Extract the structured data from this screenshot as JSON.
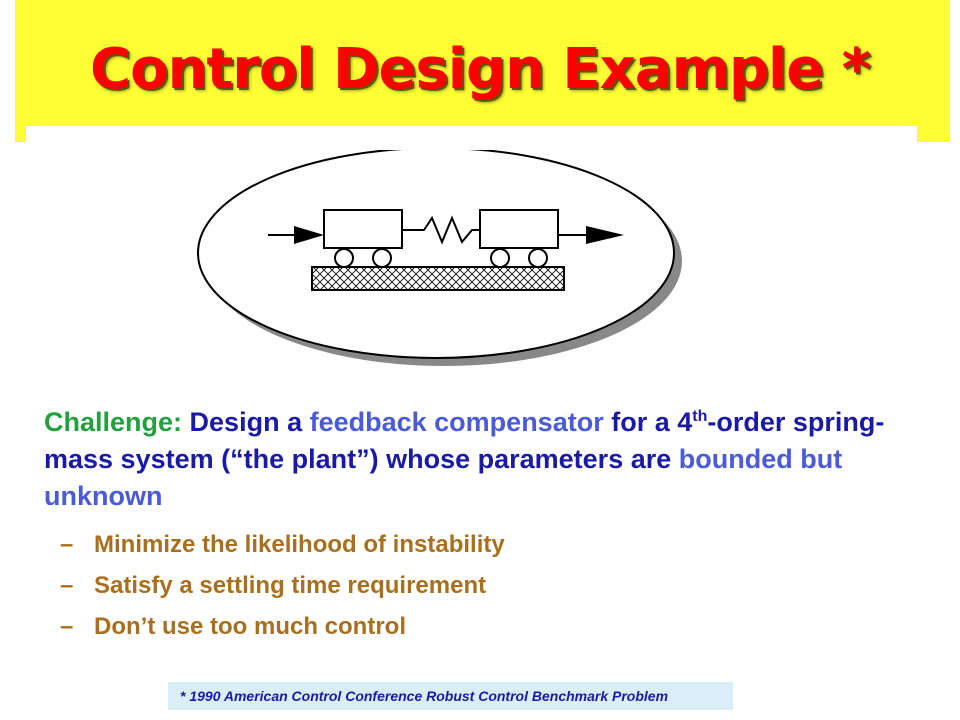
{
  "slide": {
    "title": "Control Design Example *"
  },
  "challenge": {
    "label": "Challenge:",
    "text_1": "Design a",
    "highlight_1": "feedback compensator",
    "text_2": "for a 4",
    "superscript": "th",
    "text_3": "-order spring-mass system (“the plant”) whose parameters are",
    "highlight_2": "bounded but unknown"
  },
  "bullets": [
    {
      "dash": "–",
      "text": "Minimize the likelihood of instability"
    },
    {
      "dash": "–",
      "text": "Satisfy a settling time requirement"
    },
    {
      "dash": "–",
      "text": "Don’t use too much control"
    }
  ],
  "footnote": "* 1990 American Control Conference Robust Control Benchmark Problem",
  "colors": {
    "banner": "#ffff33",
    "title": "#ff0000",
    "challenge_label": "#22a040",
    "body": "#1a1aa6",
    "highlight": "#4a5ad8",
    "bullets": "#a8701e",
    "footnote_bg": "#daeef8"
  }
}
